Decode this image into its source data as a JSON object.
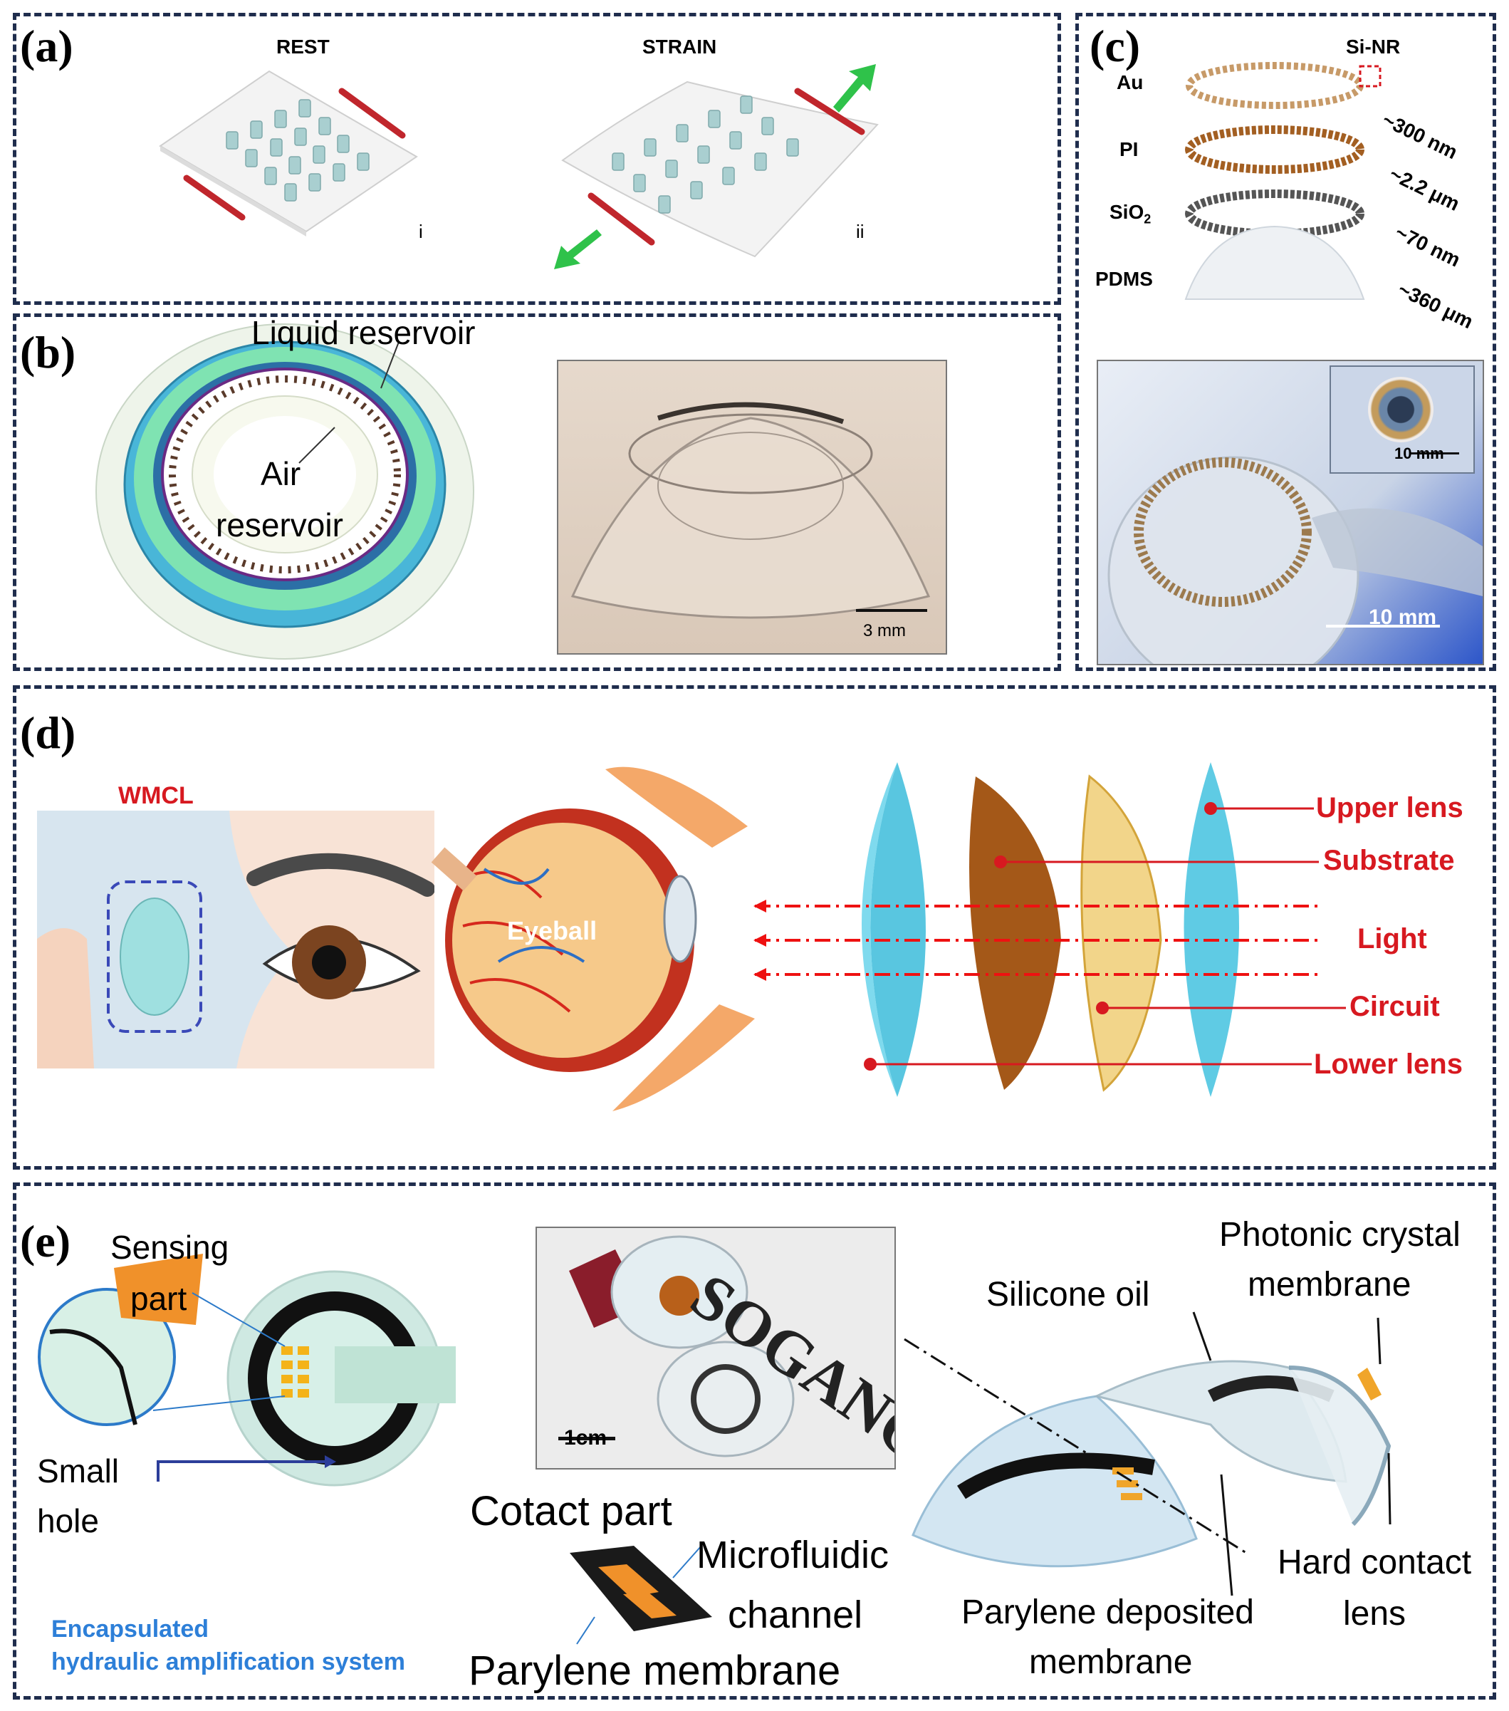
{
  "panels": {
    "a": {
      "letter": "(a)",
      "rest": "REST",
      "strain": "STRAIN",
      "sub_i": "i",
      "sub_ii": "ii"
    },
    "b": {
      "letter": "(b)",
      "liquid": "Liquid reservoir",
      "air1": "Air",
      "air2": "reservoir",
      "scale": "3 mm"
    },
    "c": {
      "letter": "(c)",
      "sinr": "Si-NR",
      "au": "Au",
      "pi": "PI",
      "sio2": "SiO",
      "sio2_sub": "2",
      "pdms": "PDMS",
      "t1": "~300 nm",
      "t2": "~2.2 μm",
      "t3": "~70 nm",
      "t4": "~360 μm",
      "inset_scale": "10 mm",
      "scale": "10 mm"
    },
    "d": {
      "letter": "(d)",
      "wmcl": "WMCL",
      "eyeball": "Eyeball",
      "upper": "Upper lens",
      "substrate": "Substrate",
      "light": "Light",
      "circuit": "Circuit",
      "lower": "Lower lens"
    },
    "e": {
      "letter": "(e)",
      "sensing1": "Sensing",
      "sensing2": "part",
      "small1": "Small",
      "small2": "hole",
      "encap1": "Encapsulated",
      "encap2": "hydraulic amplification system",
      "scale": "1cm",
      "contact": "Cotact part",
      "micro1": "Microfluidic",
      "micro2": "channel",
      "parylene": "Parylene membrane",
      "photonic1": "Photonic crystal",
      "photonic2": "membrane",
      "silicone": "Silicone oil",
      "hard1": "Hard contact",
      "hard2": "lens",
      "pdep1": "Parylene deposited",
      "pdep2": "membrane"
    }
  },
  "colors": {
    "border": "#1f2d4d",
    "red_label": "#d71920",
    "arrow_green": "#2fc24a",
    "encap_blue": "#2d7fd8"
  }
}
